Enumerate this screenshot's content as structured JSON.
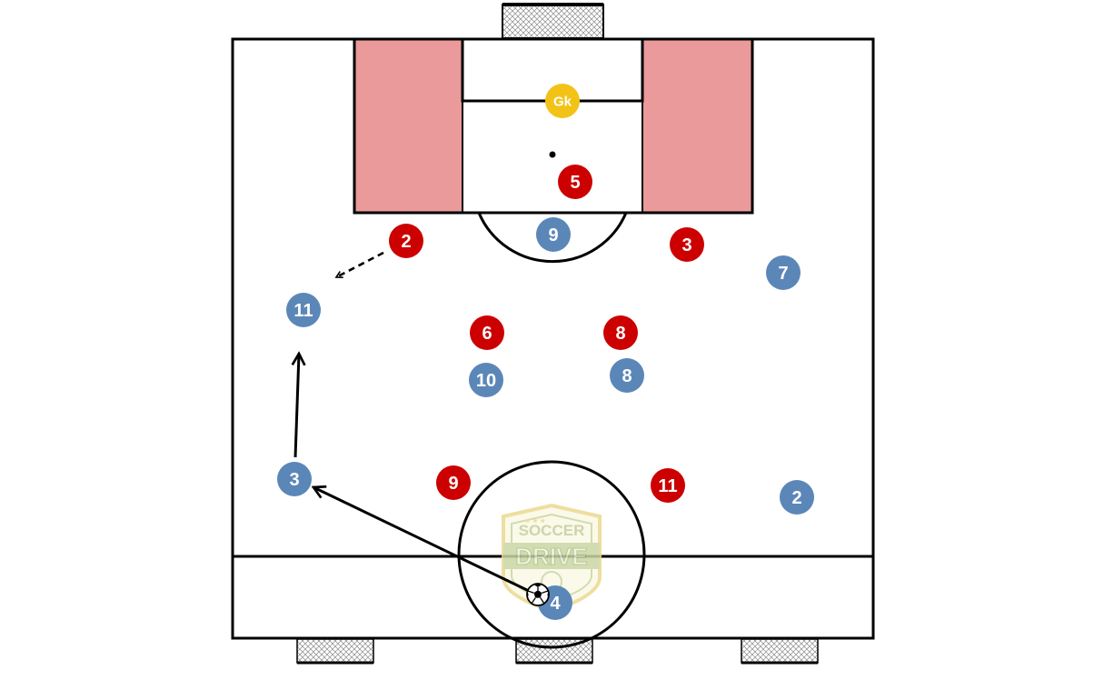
{
  "colors": {
    "pitch_line": "#000000",
    "shaded_zone": "#ea9a9a",
    "red_team": "#cc0000",
    "blue_team": "#5b87b8",
    "goalkeeper": "#f2c316",
    "logo_green": "#c9d6a3",
    "logo_gold": "#ecd98f"
  },
  "logo": {
    "line1": "SOCCER",
    "line2": "DRIVE"
  },
  "goalkeeper": {
    "label": "Gk"
  },
  "red_players": [
    {
      "label": "5"
    },
    {
      "label": "2"
    },
    {
      "label": "3"
    },
    {
      "label": "6"
    },
    {
      "label": "8"
    },
    {
      "label": "9"
    },
    {
      "label": "11"
    }
  ],
  "blue_players": [
    {
      "label": "9"
    },
    {
      "label": "7"
    },
    {
      "label": "11"
    },
    {
      "label": "10"
    },
    {
      "label": "8"
    },
    {
      "label": "3"
    },
    {
      "label": "2"
    },
    {
      "label": "4"
    }
  ],
  "arrows": [
    {
      "type": "pass",
      "from": "blue 4",
      "to": "blue 3"
    },
    {
      "type": "run",
      "player": "blue 3"
    },
    {
      "type": "run",
      "style": "dashed",
      "player": "red 2"
    }
  ],
  "ball": {
    "icon": "soccer-ball-icon",
    "holder": "blue 4"
  }
}
